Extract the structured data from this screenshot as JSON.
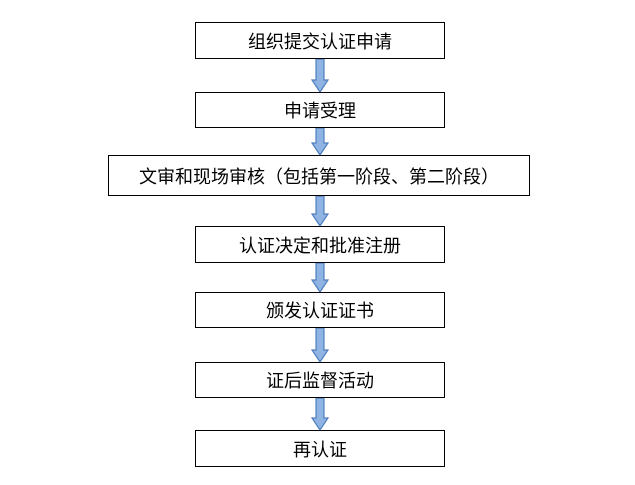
{
  "flowchart": {
    "steps": [
      "组织提交认证申请",
      "申请受理",
      "文审和现场审核（包括第一阶段、第二阶段）",
      "认证决定和批准注册",
      "颁发认证证书",
      "证后监督活动",
      "再认证"
    ]
  },
  "colors": {
    "arrow_fill": "#8fb3e3",
    "arrow_stroke": "#4f7fbd",
    "box_border": "#000000"
  }
}
